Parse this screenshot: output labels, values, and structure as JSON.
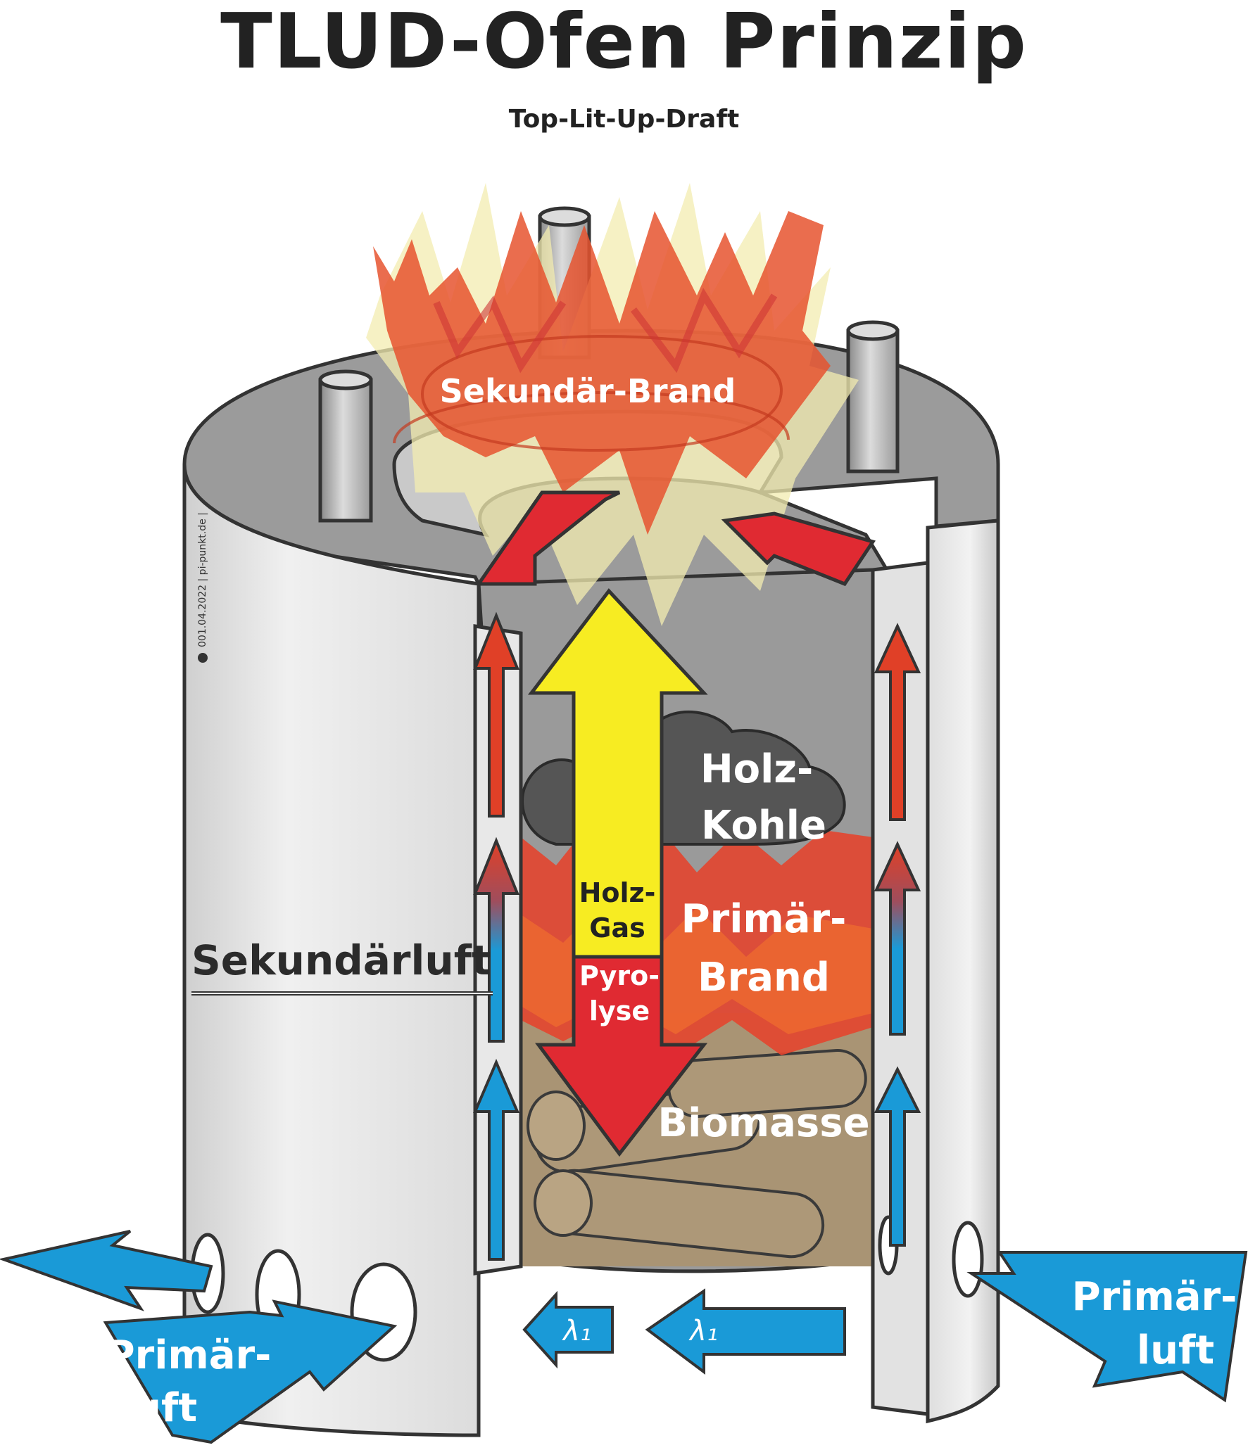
{
  "title": "TLUD-Ofen Prinzip",
  "subtitle": "Top-Lit-Up-Draft",
  "labels": {
    "secondary_burn": "Sekundär-Brand",
    "charcoal_line1": "Holz-",
    "charcoal_line2": "Kohle",
    "primary_burn_line1": "Primär-",
    "primary_burn_line2": "Brand",
    "biomass": "Biomasse",
    "woodgas_line1": "Holz-",
    "woodgas_line2": "Gas",
    "pyrolysis_line1": "Pyro-",
    "pyrolysis_line2": "lyse",
    "secondary_air": "Sekundärluft",
    "primary_air_left_line1": "Primär-",
    "primary_air_left_line2": "luft",
    "primary_air_right_line1": "Primär-",
    "primary_air_right_line2": "luft",
    "lambda_left": "λ₁",
    "lambda_right": "λ₁",
    "credit": "001.04.2022 | pi-punkt.de |"
  },
  "colors": {
    "steel_light": "#e6e6e6",
    "steel_dark": "#9a9a9a",
    "outline": "#333333",
    "flame_orange": "#e8603a",
    "flame_red": "#dd2a33",
    "flame_yellow": "#f5eeaa",
    "woodgas_yellow": "#f7ec22",
    "air_blue": "#1a9ad7",
    "charcoal": "#555555",
    "biomass": "#a99474"
  }
}
